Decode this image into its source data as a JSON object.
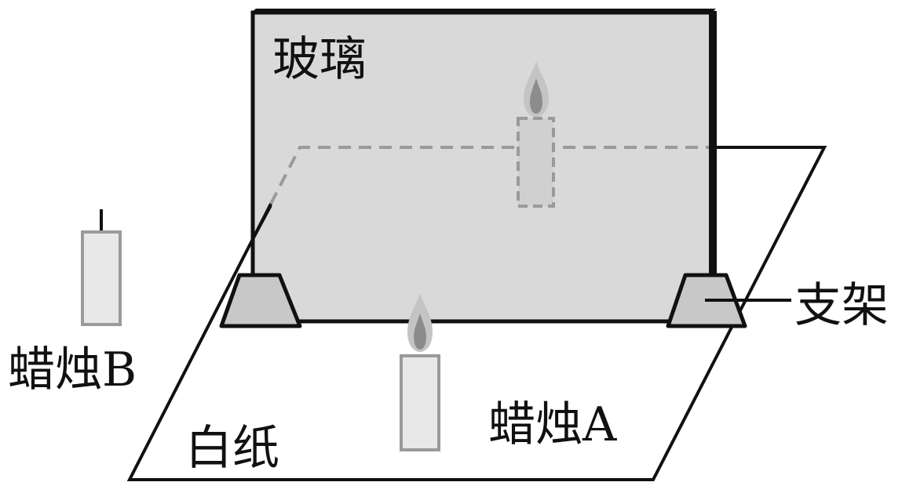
{
  "labels": {
    "glass": "玻璃",
    "stand": "支架",
    "candle_b": "蜡烛B",
    "candle_a": "蜡烛A",
    "paper": "白纸"
  },
  "colors": {
    "glass_fill": "#d9d9d9",
    "frame": "#111111",
    "stand_fill": "#c8c8c8",
    "candle_fill": "#e8e8e8",
    "candle_stroke": "#9a9a9a",
    "dashed": "#9a9a9a",
    "flame_outer": "#c4c4c4",
    "flame_inner": "#8c8c8c"
  }
}
